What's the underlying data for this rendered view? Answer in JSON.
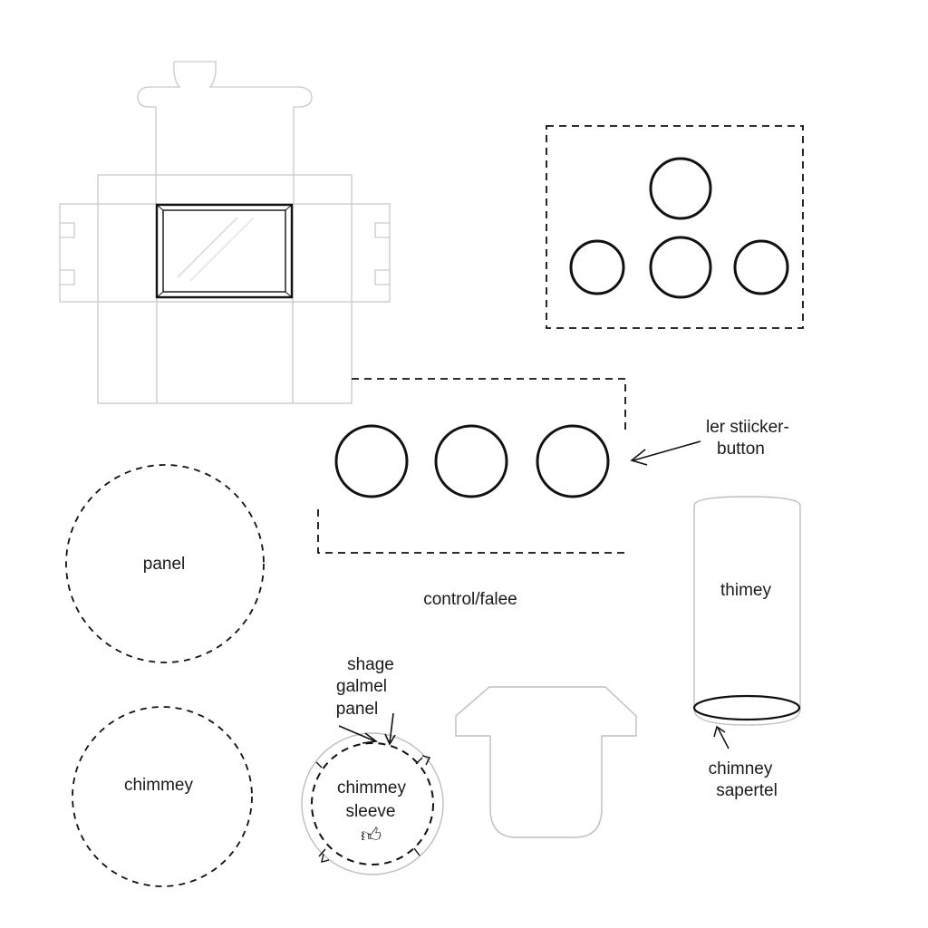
{
  "labels": {
    "button_group": [
      "ler stiicker-",
      "button"
    ],
    "control": "control/falee",
    "panel": "panel",
    "chimmey_left": "chimmey",
    "shage": [
      "shage",
      "galmel",
      "panel"
    ],
    "sleeve": [
      "chimmey",
      "sleeve"
    ],
    "thimey": "thimey",
    "chimney_sapertel": [
      "chimney",
      "sapertel"
    ]
  },
  "icons": {
    "sleeve_icon": "thumbs-up-icon"
  },
  "colors": {
    "stroke_dark": "#111111",
    "stroke_light": "#c8c8c8",
    "text": "#1a1a1a"
  }
}
